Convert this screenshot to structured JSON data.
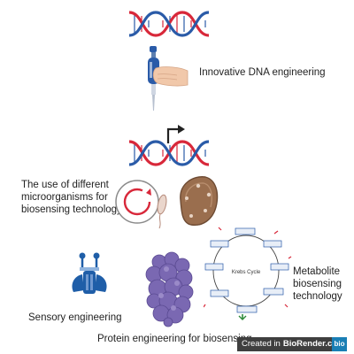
{
  "labels": {
    "dna_engineering": "Innovative DNA engineering",
    "microorganisms": "The use of different\nmicroorganisms for\nbiosensing technology",
    "metabolite": "Metabolite\nbiosensing\ntechnology",
    "sensory": "Sensory engineering",
    "protein": "Protein engineering for biosensing",
    "krebs_center": "Krebs Cycle"
  },
  "watermark": {
    "prefix": "Created in",
    "brand": "BioRender.com",
    "badge": "bio"
  },
  "colors": {
    "dna_red": "#d8283a",
    "dna_blue": "#2a5ba8",
    "protein_purple": "#7a68b2",
    "sensor_blue": "#1f5ea8",
    "bacterium_brown": "#9a6e4e",
    "watermark_bg": "#3f3f3f",
    "watermark_badge": "#1a7fb5"
  },
  "icons": [
    "dna-helix-icon",
    "pipette-icon",
    "dna-promoter-icon",
    "plasmid-icon",
    "bacterium-icon",
    "receptor-icon",
    "protein-icon",
    "krebs-cycle-icon"
  ]
}
